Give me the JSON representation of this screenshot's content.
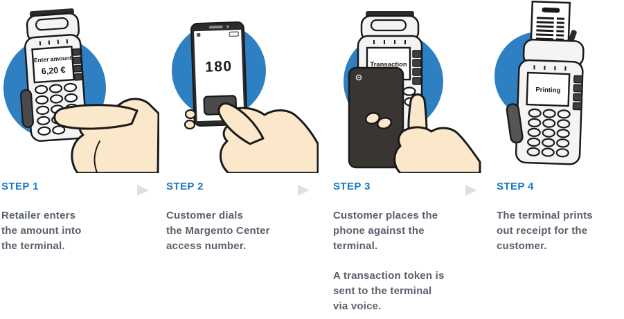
{
  "steps": [
    {
      "title": "STEP 1",
      "paragraphs": [
        "Retailer enters\nthe amount into\nthe terminal."
      ]
    },
    {
      "title": "STEP 2",
      "paragraphs": [
        "Customer dials\nthe Margento Center\naccess number."
      ]
    },
    {
      "title": "STEP 3",
      "paragraphs": [
        "Customer places the\nphone against the\nterminal.",
        "A transaction token is\nsent to the terminal\nvia voice."
      ]
    },
    {
      "title": "STEP 4",
      "paragraphs": [
        "The terminal prints\nout receipt for the\ncustomer."
      ]
    }
  ],
  "illustrations": {
    "terminal_enter_amount": {
      "screen_line1": "Enter amount",
      "screen_line2": "6,20 €"
    },
    "phone_dialing": {
      "screen_value": "180"
    },
    "terminal_transaction": {
      "screen_text": "Transaction"
    },
    "terminal_printing": {
      "screen_text": "Printing"
    }
  },
  "colors": {
    "accent_blue": "#1878BE",
    "circle_blue": "#2E80C3",
    "body_text": "#59616C",
    "arrow_gray": "#E0E0E0",
    "skin": "#FBE7CA",
    "device_light": "#F4F4F4",
    "device_dark": "#2B2B2B",
    "phone_back_dark": "#393531"
  }
}
